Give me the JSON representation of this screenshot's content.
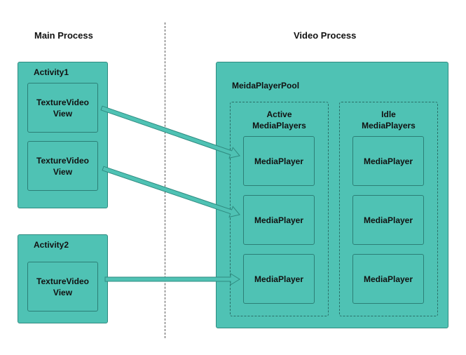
{
  "main_process": {
    "title": "Main Process",
    "activities": [
      {
        "label": "Activity1",
        "views": [
          "TextureVideoView",
          "TextureVideoView"
        ]
      },
      {
        "label": "Activity2",
        "views": [
          "TextureVideoView"
        ]
      }
    ]
  },
  "video_process": {
    "title": "Video Process",
    "pool": {
      "label": "MeidaPlayerPool",
      "active": {
        "label": "Active MediaPlayers",
        "players": [
          "MediaPlayer",
          "MediaPlayer",
          "MediaPlayer"
        ]
      },
      "idle": {
        "label": "Idle MediaPlayers",
        "players": [
          "MediaPlayer",
          "MediaPlayer",
          "MediaPlayer"
        ]
      }
    }
  },
  "colors": {
    "box_fill": "#4fc2b4",
    "box_border": "#2f8b80",
    "arrow_fill": "#4fc2b4",
    "arrow_stroke": "#2f8b80",
    "divider": "#555555"
  }
}
